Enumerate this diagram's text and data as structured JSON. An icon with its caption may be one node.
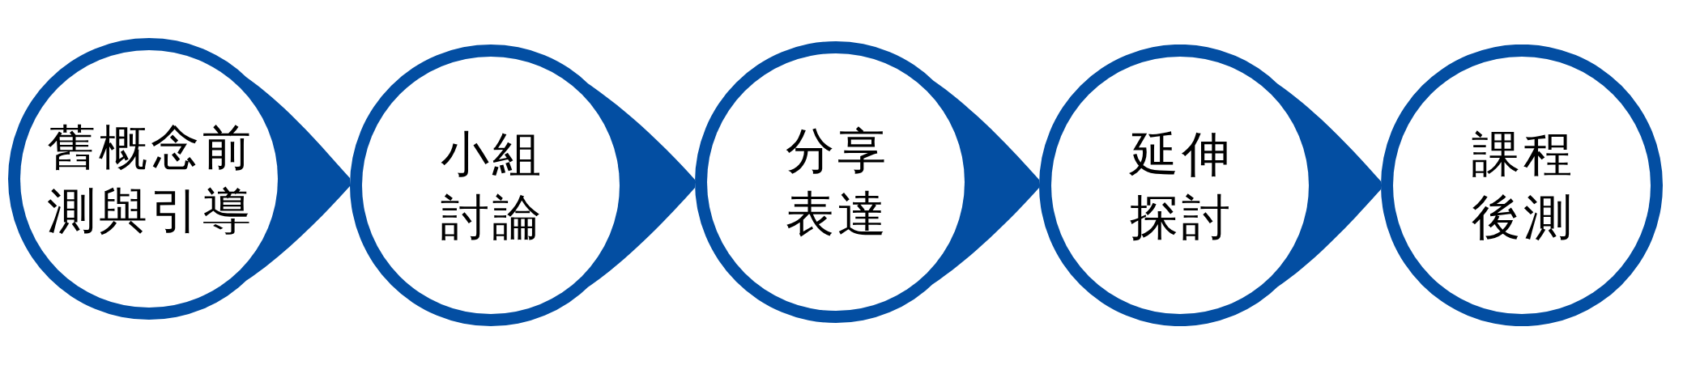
{
  "diagram": {
    "nodes": [
      {
        "text": [
          "舊概念前測與引導"
        ]
      },
      {
        "text": [
          "小組討論"
        ]
      },
      {
        "text": [
          "分享表達"
        ]
      },
      {
        "text": [
          "延伸探討"
        ]
      },
      {
        "text": [
          "課程後測"
        ]
      }
    ],
    "edges": [
      {
        "from": 0,
        "to": 1,
        "arrow": "to"
      },
      {
        "from": 1,
        "to": 2,
        "arrow": "to"
      },
      {
        "from": 2,
        "to": 3,
        "arrow": "to"
      },
      {
        "from": 3,
        "to": 4,
        "arrow": "to"
      }
    ]
  }
}
